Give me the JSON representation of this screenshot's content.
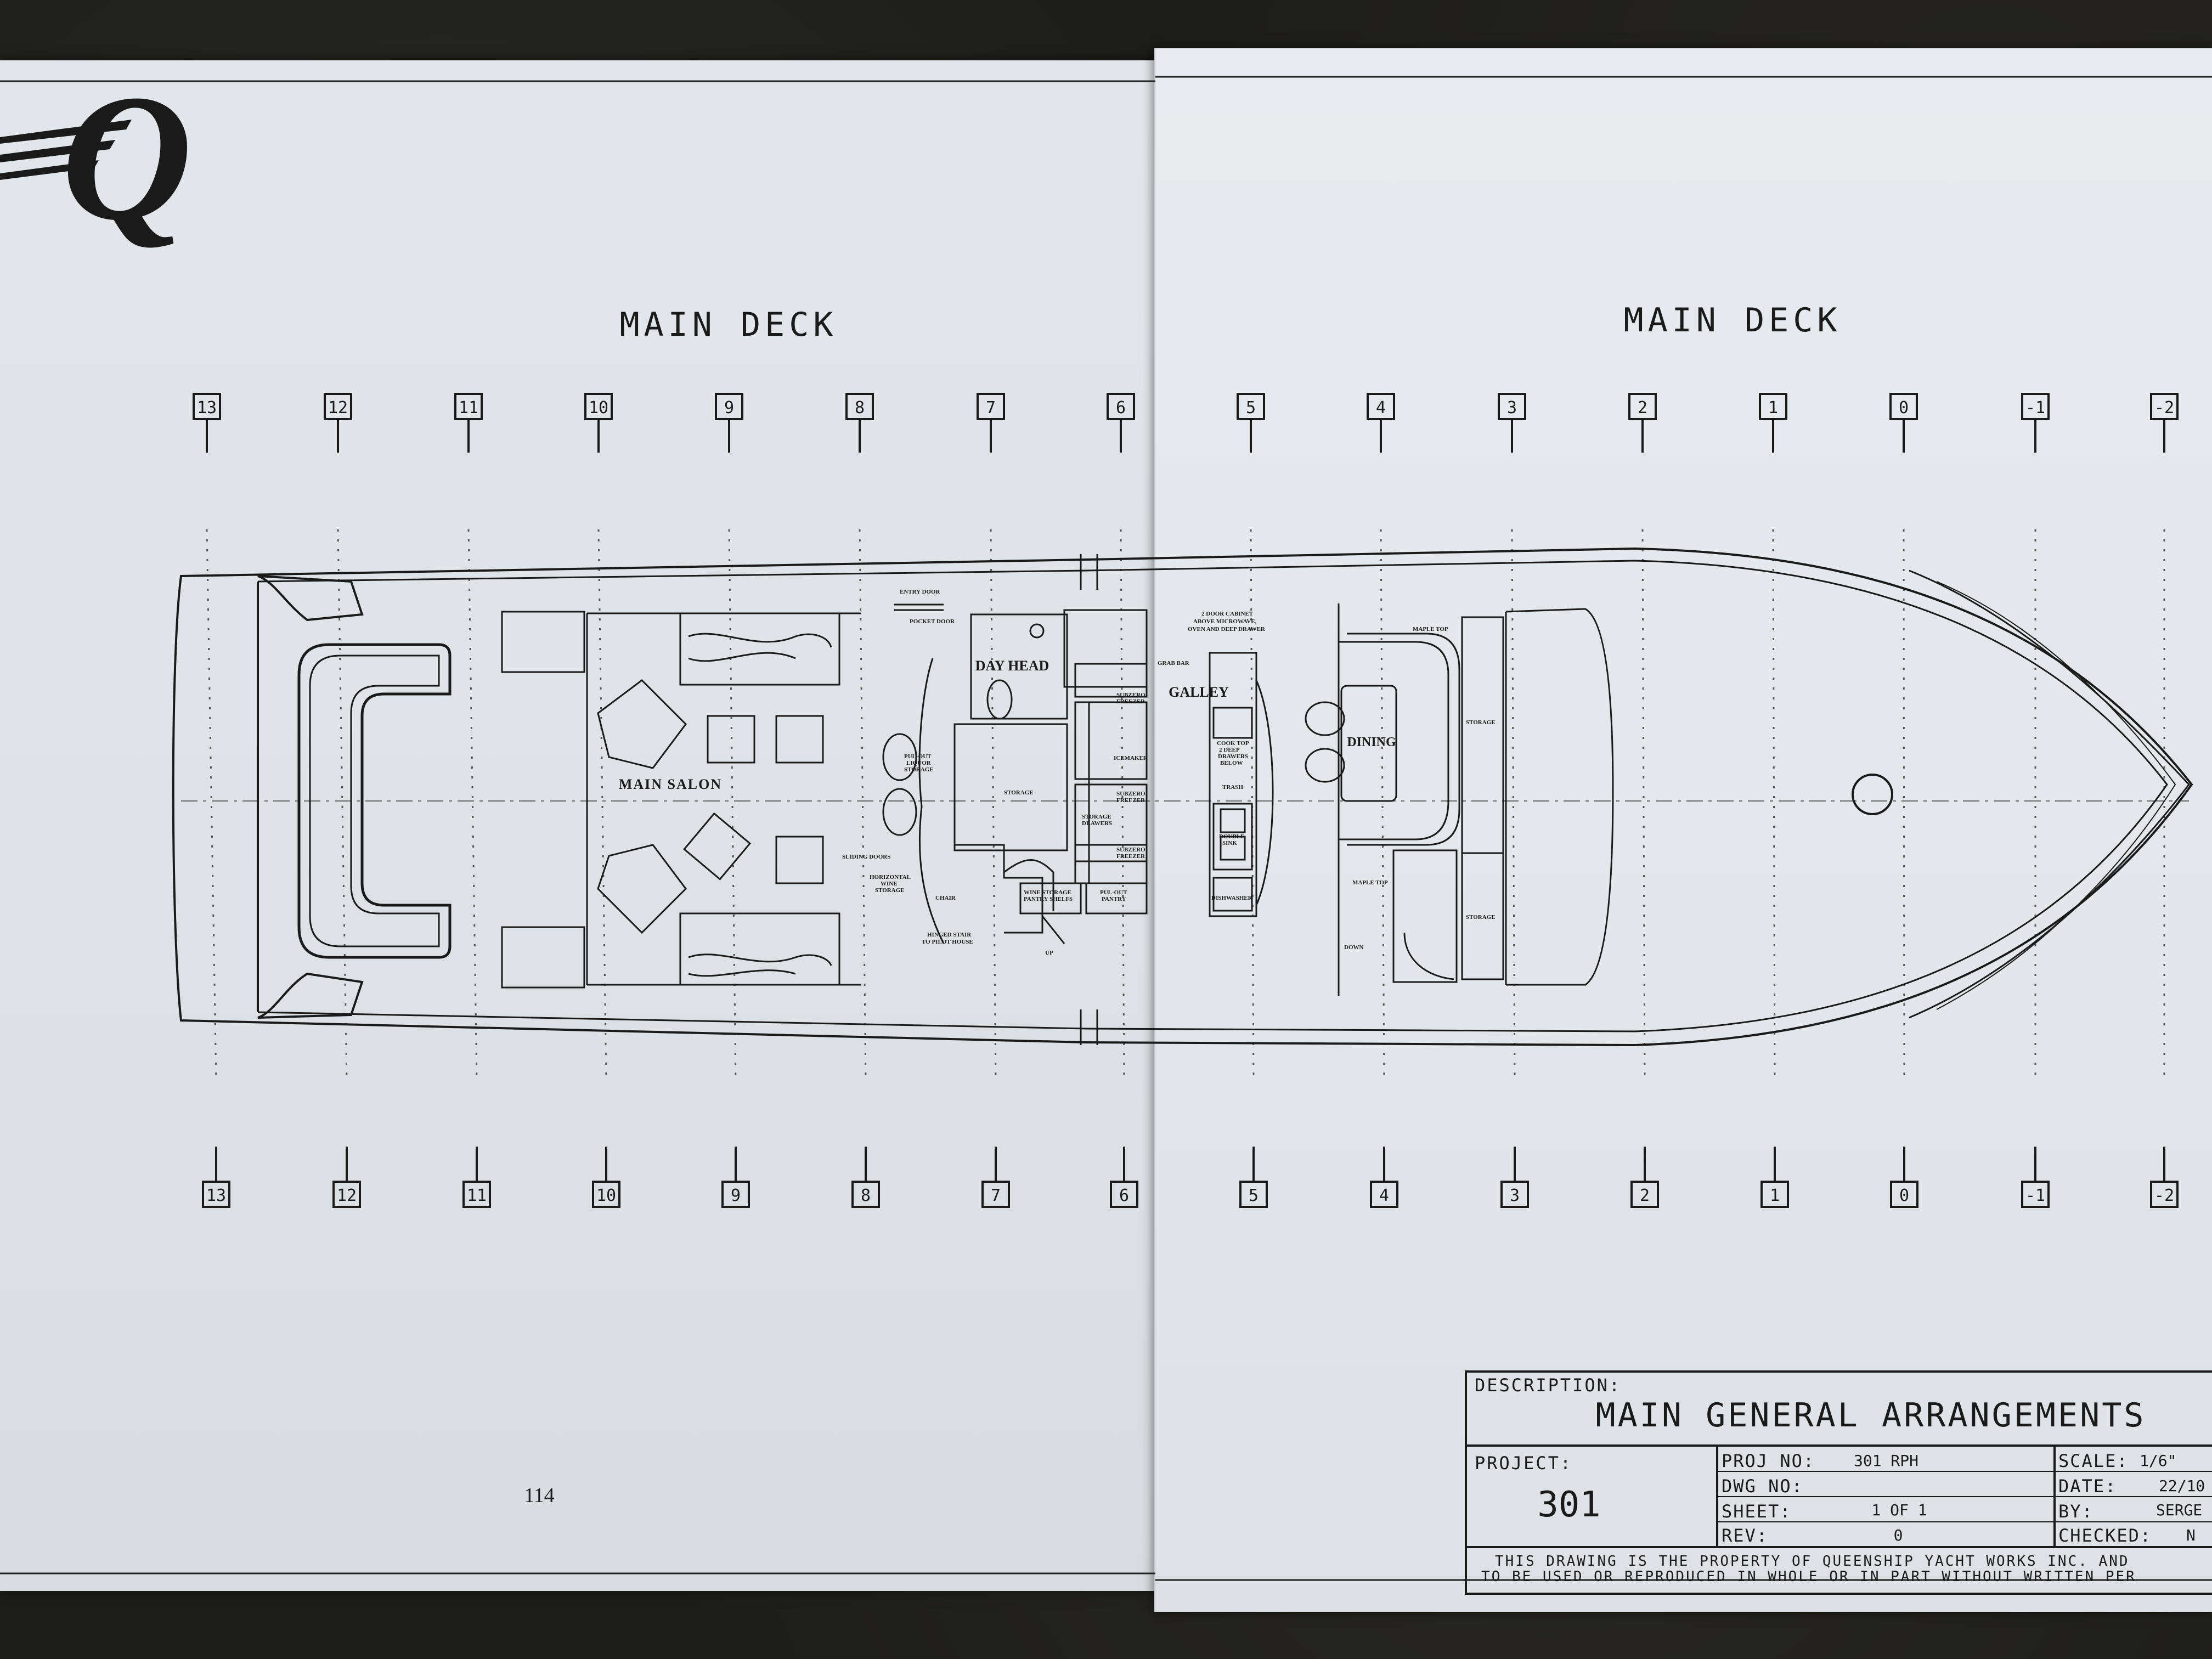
{
  "logo": {
    "letter": "Q"
  },
  "page_number": "114",
  "headings": {
    "left": "MAIN DECK",
    "right": "MAIN DECK"
  },
  "stations_top": [
    "13",
    "12",
    "11",
    "10",
    "9",
    "8",
    "7",
    "6",
    "5",
    "4",
    "3",
    "2",
    "1",
    "0",
    "-1",
    "-2"
  ],
  "stations_bottom": [
    "13",
    "12",
    "11",
    "10",
    "9",
    "8",
    "7",
    "6",
    "5",
    "4",
    "3",
    "2",
    "1",
    "0",
    "-1",
    "-2"
  ],
  "rooms": {
    "main_salon": "MAIN SALON",
    "day_head": "DAY HEAD",
    "galley": "GALLEY",
    "dining": "DINING"
  },
  "notes": {
    "entry_door": "ENTRY DOOR",
    "pocket_door": "POCKET DOOR",
    "cabinet_1": "2 DOOR CABINET",
    "cabinet_2": "ABOVE MICROWAVE,",
    "cabinet_3": "OVEN AND DEEP DRAWER",
    "grab_bar": "GRAB BAR",
    "maple_top_1": "MAPLE TOP",
    "maple_top_2": "MAPLE TOP",
    "storage_1": "STORAGE",
    "storage_2": "STORAGE",
    "storage_3": "STORAGE",
    "pullout_liquor_1": "PUL-OUT",
    "pullout_liquor_2": "LIQUOR",
    "pullout_liquor_3": "STORAGE",
    "sliding_doors": "SLIDING DOORS",
    "horiz_wine_1": "HORIZONTAL",
    "horiz_wine_2": "WINE",
    "horiz_wine_3": "STORAGE",
    "chair": "CHAIR",
    "hinged_stair_1": "HINGED STAIR",
    "hinged_stair_2": "TO PILOT HOUSE",
    "wine_storage_1": "WINE STORAGE",
    "wine_storage_2": "PANTRY SHELFS",
    "pullout_pantry_1": "PUL-OUT",
    "pullout_pantry_2": "PANTRY",
    "storage_drawers_1": "STORAGE",
    "storage_drawers_2": "DRAWERS",
    "subzero_1": "SUBZERO",
    "freezer_1": "FREEZER",
    "icemaker": "ICEMAKER",
    "subzero_2": "SUBZERO",
    "freezer_2": "FREEZER",
    "subzero_3": "SUBZERO",
    "freezer_3": "FREEZER",
    "cooktop_1": "COOK TOP",
    "cooktop_2": "2 DEEP",
    "cooktop_3": "DRAWERS",
    "cooktop_4": "BELOW",
    "trash": "TRASH",
    "double_sink_1": "DOUBLE",
    "double_sink_2": "SINK",
    "dishwasher": "DISHWASHER",
    "up": "UP",
    "down": "DOWN"
  },
  "title_block": {
    "description_label": "DESCRIPTION:",
    "description": "MAIN GENERAL ARRANGEMENTS",
    "project_label": "PROJECT:",
    "project": "301",
    "proj_no_label": "PROJ NO:",
    "proj_no": "301 RPH",
    "dwg_no_label": "DWG NO:",
    "dwg_no": "",
    "sheet_label": "SHEET:",
    "sheet": "1 OF 1",
    "rev_label": "REV:",
    "rev": "0",
    "scale_label": "SCALE:",
    "scale": "1/6\"",
    "date_label": "DATE:",
    "date": "22/10",
    "by_label": "BY:",
    "by": "SERGE",
    "checked_label": "CHECKED:",
    "checked": "N",
    "disclaimer_1": "THIS DRAWING IS THE PROPERTY OF QUEENSHIP YACHT WORKS INC. AND",
    "disclaimer_2": "TO BE USED OR REPRODUCED IN WHOLE OR IN PART WITHOUT WRITTEN PER"
  }
}
